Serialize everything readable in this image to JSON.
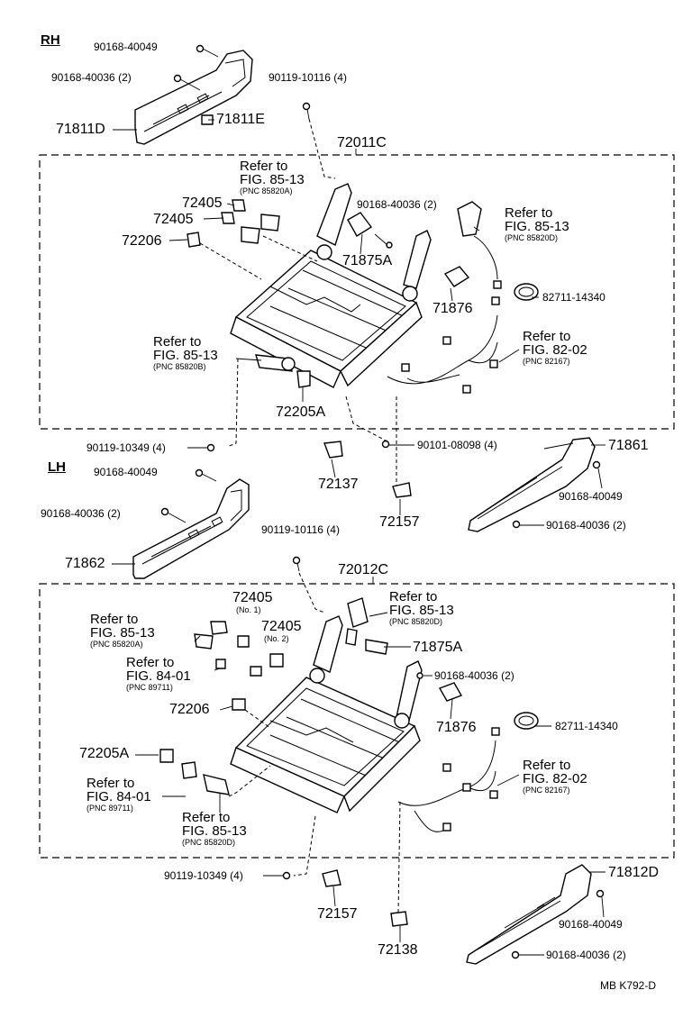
{
  "sections": {
    "rh": "RH",
    "lh": "LH"
  },
  "rh": {
    "bolt_top": "90168-40049",
    "bolt_2": "90168-40036 (2)",
    "cover": "71811D",
    "clip": "71811E",
    "bolt_frame_top": "90119-10116 (4)",
    "assembly": "72011C",
    "refer_a": {
      "l1": "Refer to",
      "l2": "FIG. 85-13",
      "pnc": "PNC 85820A"
    },
    "knob1": "72405",
    "knob2": "72405",
    "knob3": "72206",
    "bolt_mid": "90168-40036 (2)",
    "refer_d": {
      "l1": "Refer to",
      "l2": "FIG. 85-13",
      "pnc": "PNC 85820D"
    },
    "cover_a": "71875A",
    "clamp": "82711-14340",
    "bracket": "71876",
    "refer_b": {
      "l1": "Refer to",
      "l2": "FIG. 85-13",
      "pnc": "PNC 85820B"
    },
    "refer_82": {
      "l1": "Refer to",
      "l2": "FIG. 82-02",
      "pnc": "PNC 82167"
    },
    "knob4": "72205A",
    "bolt_bottom_left": "90119-10349 (4)",
    "bolt_bottom_right": "90101-08098 (4)",
    "stopper1": "72137",
    "stopper2": "72157",
    "side_cover": "71861",
    "side_bolt1": "90168-40049",
    "side_bolt2": "90168-40036 (2)"
  },
  "lh": {
    "bolt_top": "90168-40049",
    "bolt_2": "90168-40036 (2)",
    "cover": "71862",
    "bolt_frame_top": "90119-10116 (4)",
    "assembly": "72012C",
    "knob1": "72405",
    "knob1_note": "(No. 1)",
    "knob2": "72405",
    "knob2_note": "(No. 2)",
    "refer_d": {
      "l1": "Refer to",
      "l2": "FIG. 85-13",
      "pnc": "PNC 85820D"
    },
    "refer_a": {
      "l1": "Refer to",
      "l2": "FIG. 85-13",
      "pnc": "PNC 85820A"
    },
    "cover_a": "71875A",
    "refer_84a": {
      "l1": "Refer to",
      "l2": "FIG. 84-01",
      "pnc": "PNC 89711"
    },
    "bolt_mid": "90168-40036 (2)",
    "knob3": "72206",
    "bracket": "71876",
    "clamp": "82711-14340",
    "knob4": "72205A",
    "refer_82": {
      "l1": "Refer to",
      "l2": "FIG. 82-02",
      "pnc": "PNC 82167"
    },
    "refer_84b": {
      "l1": "Refer to",
      "l2": "FIG. 84-01",
      "pnc": "PNC 89711"
    },
    "refer_b": {
      "l1": "Refer to",
      "l2": "FIG. 85-13",
      "pnc": "PNC 85820D"
    },
    "bolt_bottom": "90119-10349 (4)",
    "stopper1": "72157",
    "stopper2": "72138",
    "side_cover": "71812D",
    "side_bolt1": "90168-40049",
    "side_bolt2": "90168-40036 (2)"
  },
  "footer": "MB  K792-D"
}
